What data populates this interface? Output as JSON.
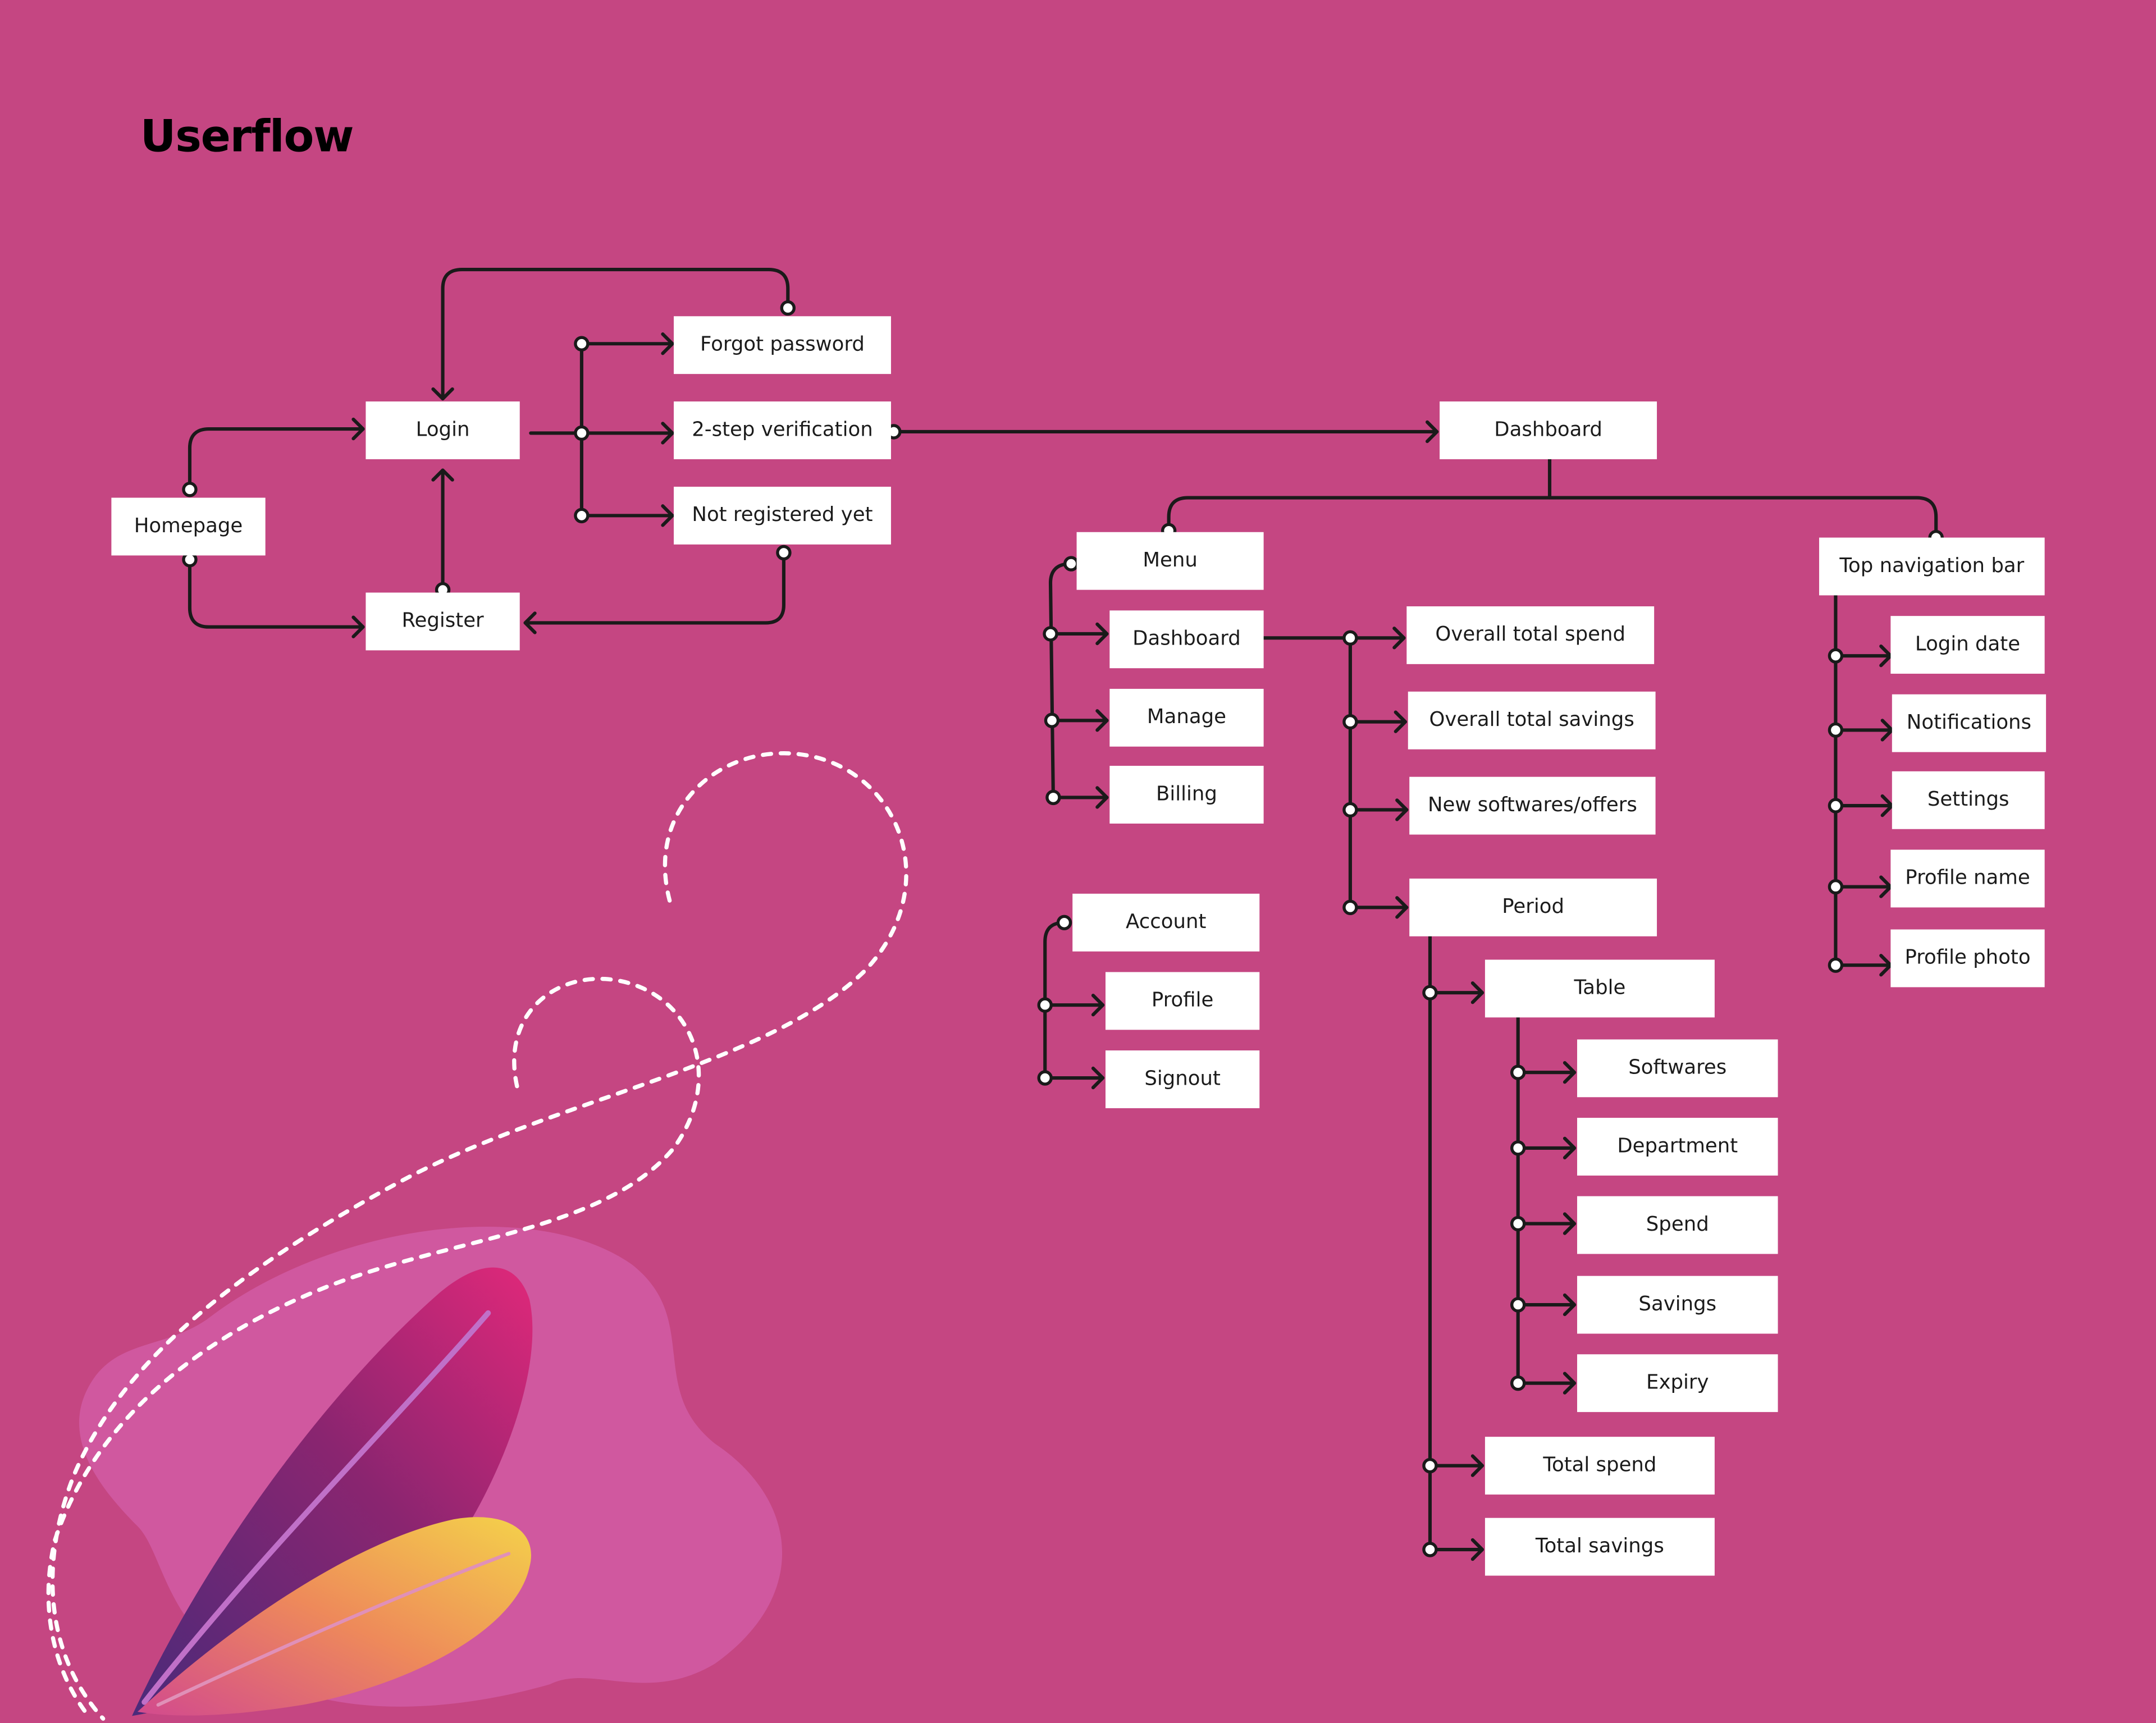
{
  "title": "Userflow",
  "colors": {
    "background": "#C54682",
    "node": "#FFFFFF",
    "connector": "#1A1A1A"
  },
  "nodes": {
    "homepage": "Homepage",
    "login": "Login",
    "register": "Register",
    "forgot_password": "Forgot password",
    "two_step": "2-step verification",
    "not_registered": "Not registered yet",
    "dashboard": "Dashboard",
    "menu": "Menu",
    "menu_dashboard": "Dashboard",
    "manage": "Manage",
    "billing": "Billing",
    "account": "Account",
    "profile": "Profile",
    "signout": "Signout",
    "overall_total_spend": "Overall total spend",
    "overall_total_savings": "Overall total savings",
    "new_softwares": "New softwares/offers",
    "period": "Period",
    "table": "Table",
    "softwares": "Softwares",
    "department": "Department",
    "spend": "Spend",
    "savings": "Savings",
    "expiry": "Expiry",
    "total_spend": "Total spend",
    "total_savings": "Total savings",
    "top_nav": "Top navigation bar",
    "login_date": "Login date",
    "notifications": "Notifications",
    "settings": "Settings",
    "profile_name": "Profile name",
    "profile_photo": "Profile photo"
  }
}
